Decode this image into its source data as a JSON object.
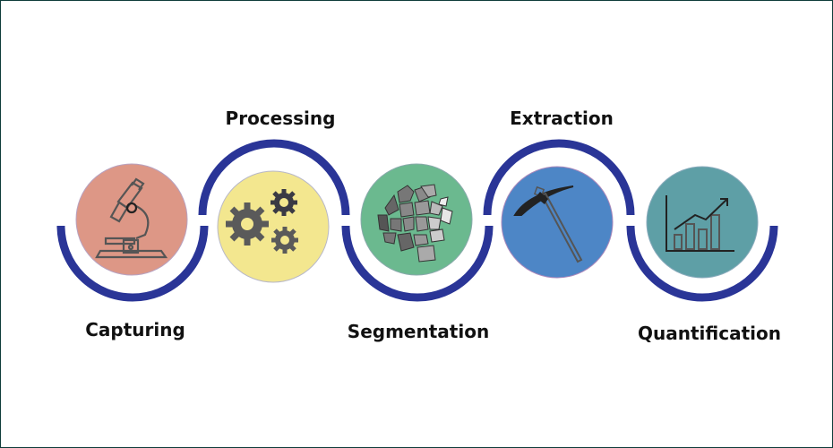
{
  "diagram": {
    "type": "process-flow",
    "steps": [
      {
        "label": "Capturing",
        "icon": "microscope-icon",
        "color": "#dd9786",
        "label_position": "below"
      },
      {
        "label": "Processing",
        "icon": "gears-icon",
        "color": "#f3e78f",
        "label_position": "above"
      },
      {
        "label": "Segmentation",
        "icon": "rock-particles-icon",
        "color": "#6bb98f",
        "label_position": "below"
      },
      {
        "label": "Extraction",
        "icon": "pickaxe-icon",
        "color": "#4d86c6",
        "label_position": "above"
      },
      {
        "label": "Quantification",
        "icon": "bar-chart-icon",
        "color": "#5e9fa6",
        "label_position": "below"
      }
    ],
    "connector_color": "#2a3597",
    "frame_color": "#0f3d3a"
  }
}
